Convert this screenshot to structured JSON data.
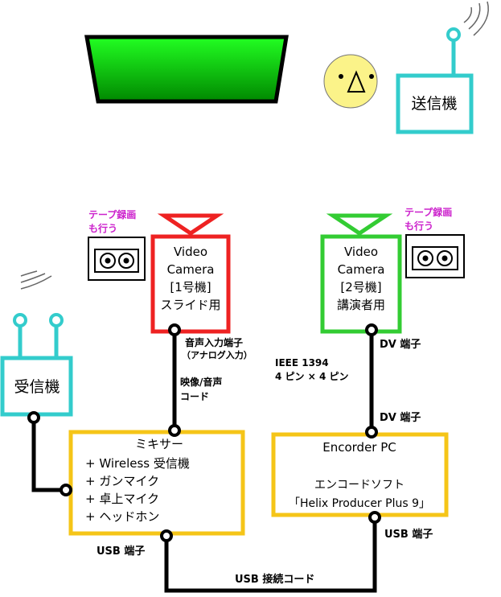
{
  "transmitter": {
    "label": "送信機"
  },
  "receiver": {
    "label": "受信機"
  },
  "camera1": {
    "line1": "Video",
    "line2": "Camera",
    "line3": "[1号機]",
    "line4": "スライド用",
    "tape_note_1": "テープ録画",
    "tape_note_2": "も行う"
  },
  "camera2": {
    "line1": "Video",
    "line2": "Camera",
    "line3": "[2号機]",
    "line4": "講演者用",
    "tape_note_1": "テープ録画",
    "tape_note_2": "も行う"
  },
  "mixer": {
    "title": "ミキサー",
    "items": [
      "+ Wireless 受信機",
      "+ ガンマイク",
      "+ 卓上マイク",
      "+ ヘッドホン"
    ]
  },
  "encoder": {
    "title": "Encorder PC",
    "software_label": "エンコードソフト",
    "software_name": "「Helix Producer Plus 9」"
  },
  "labels": {
    "audio_in_1": "音声入力端子",
    "audio_in_2": "（アナログ入力）",
    "av_cord_1": "映像/音声",
    "av_cord_2": "コード",
    "ieee_1": "IEEE 1394",
    "ieee_2": "4 ピン × 4 ピン",
    "dv_top": "DV 端子",
    "dv_bottom": "DV 端子",
    "usb_left": "USB 端子",
    "usb_right": "USB 端子",
    "usb_cord": "USB 接続コード"
  }
}
